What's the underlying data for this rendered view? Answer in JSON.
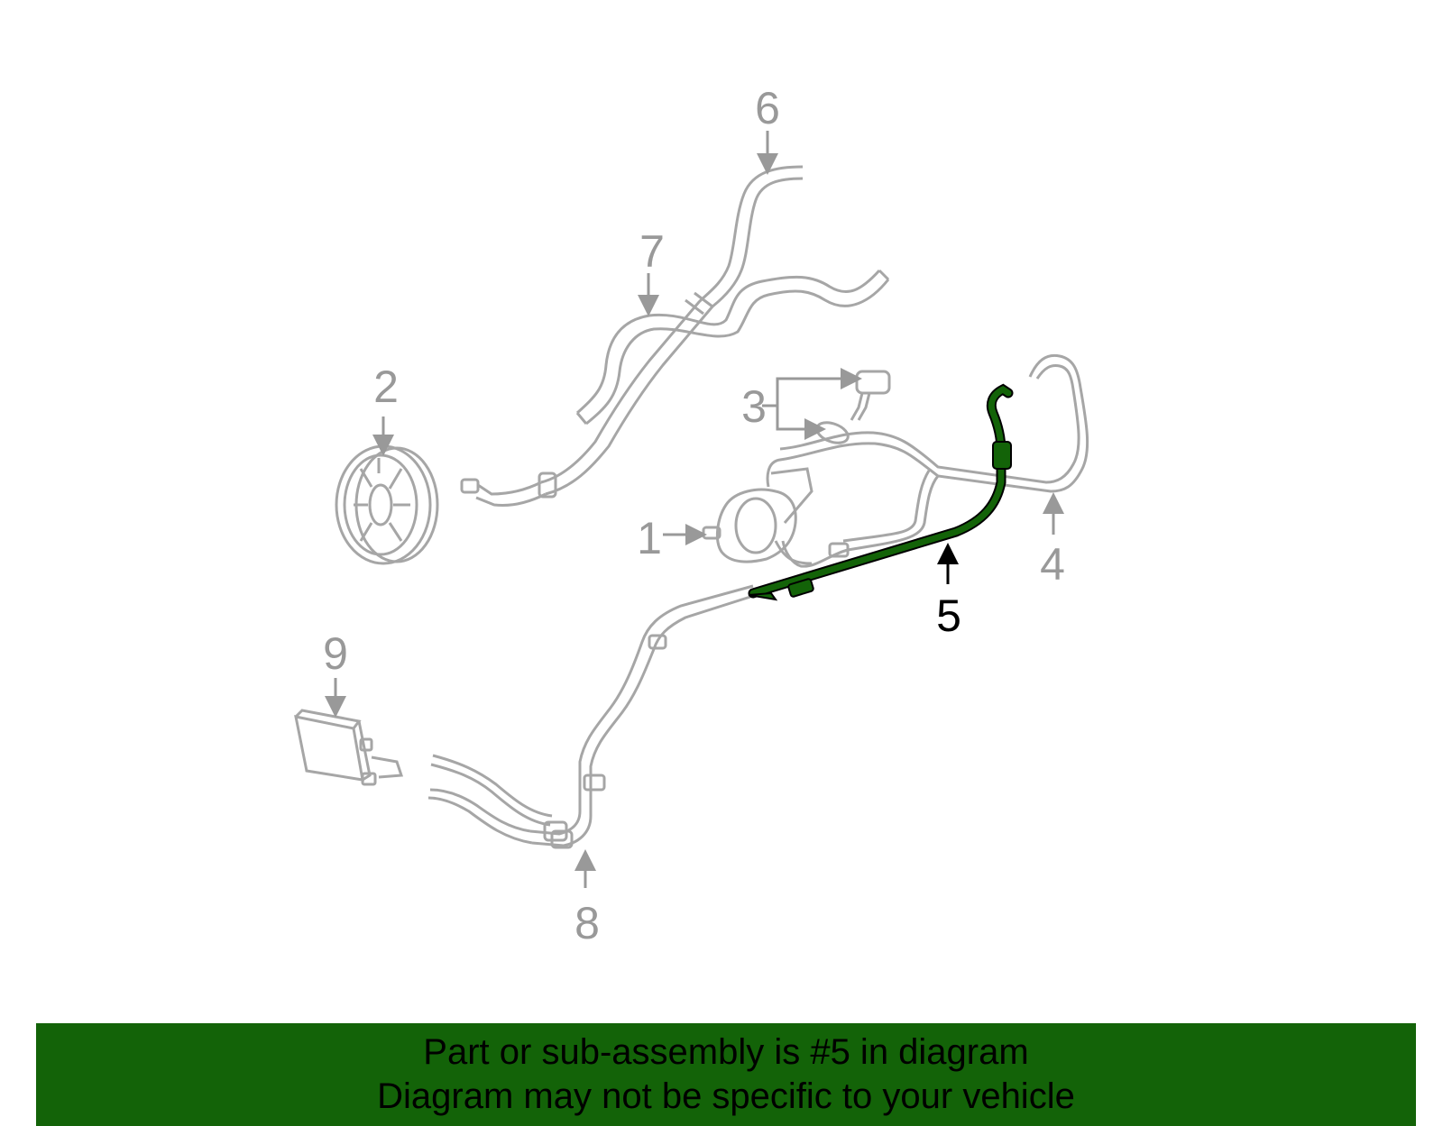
{
  "diagram": {
    "colors": {
      "part_outline": "#a6a6a6",
      "highlight_part": "#136308",
      "highlight_outline": "#000000",
      "callout_gray": "#999999",
      "callout_highlight": "#000000",
      "banner_background": "#136308",
      "banner_text": "#000000"
    },
    "callouts": [
      {
        "id": "1",
        "label": "1",
        "highlighted": false
      },
      {
        "id": "2",
        "label": "2",
        "highlighted": false
      },
      {
        "id": "3",
        "label": "3",
        "highlighted": false
      },
      {
        "id": "4",
        "label": "4",
        "highlighted": false
      },
      {
        "id": "5",
        "label": "5",
        "highlighted": true
      },
      {
        "id": "6",
        "label": "6",
        "highlighted": false
      },
      {
        "id": "7",
        "label": "7",
        "highlighted": false
      },
      {
        "id": "8",
        "label": "8",
        "highlighted": false
      },
      {
        "id": "9",
        "label": "9",
        "highlighted": false
      }
    ]
  },
  "footer": {
    "line1": "Part or sub-assembly is #5 in diagram",
    "line2": "Diagram may not be specific to your vehicle"
  }
}
